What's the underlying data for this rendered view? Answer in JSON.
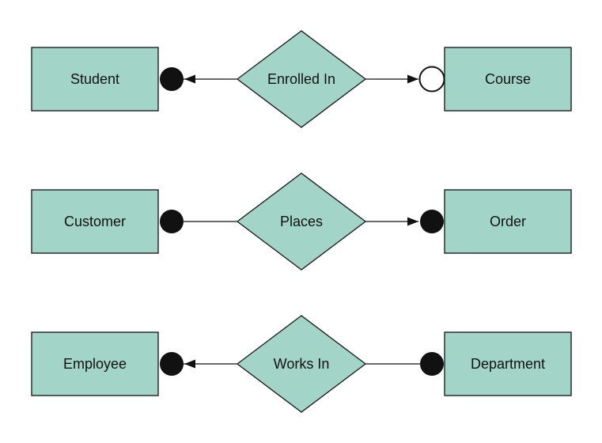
{
  "page": {
    "background": "#ffffff"
  },
  "diagram": {
    "type": "entity-relationship",
    "colors": {
      "shape_fill": "#a2d5c7",
      "shape_stroke": "#1f1f1f",
      "connector": "#111111",
      "marker_filled": "#111111",
      "marker_open_fill": "#ffffff",
      "text": "#111111"
    },
    "rows": [
      {
        "left_entity": "Student",
        "relationship": "Enrolled In",
        "right_entity": "Course",
        "left_marker": "filled-circle",
        "right_marker": "open-circle",
        "left_connector": "arrow-toward-left-entity",
        "right_connector": "arrow-toward-right-entity"
      },
      {
        "left_entity": "Customer",
        "relationship": "Places",
        "right_entity": "Order",
        "left_marker": "filled-circle",
        "right_marker": "filled-circle",
        "left_connector": "plain-line",
        "right_connector": "arrow-toward-right-entity"
      },
      {
        "left_entity": "Employee",
        "relationship": "Works In",
        "right_entity": "Department",
        "left_marker": "filled-circle",
        "right_marker": "filled-circle",
        "left_connector": "arrow-toward-left-entity",
        "right_connector": "plain-line"
      }
    ]
  }
}
